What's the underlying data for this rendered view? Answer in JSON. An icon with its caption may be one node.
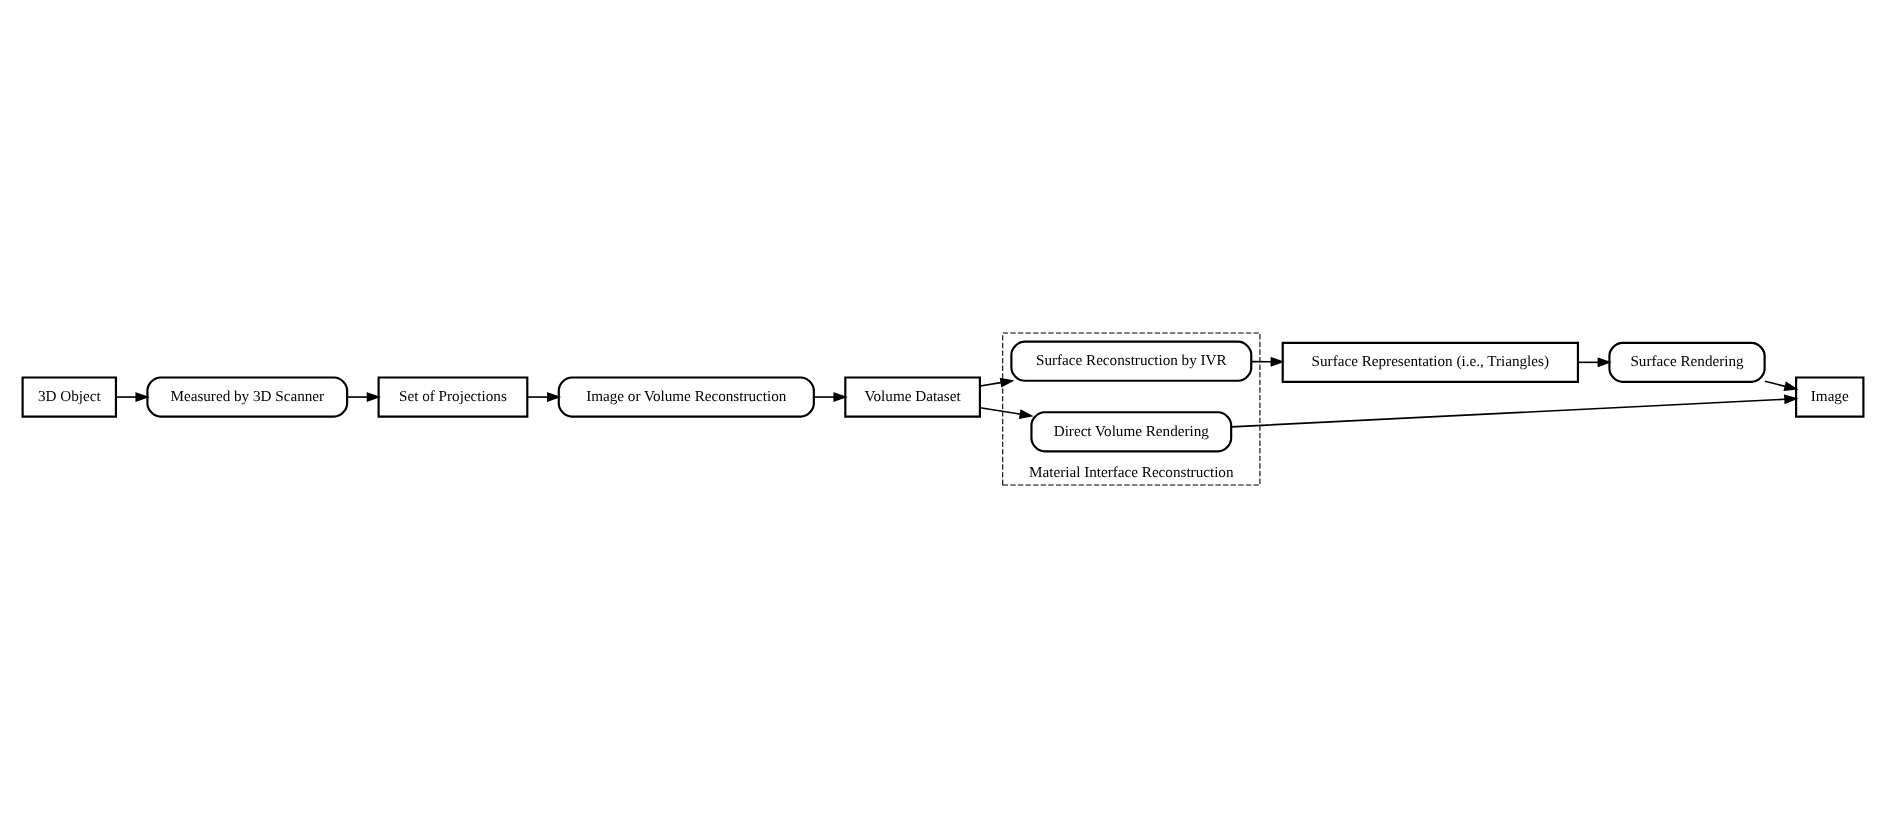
{
  "diagram": {
    "nodes": [
      {
        "text": [
          "3D Object"
        ]
      },
      {
        "text": [
          "Measured by 3D Scanner"
        ]
      },
      {
        "text": [
          "Set of Projections"
        ]
      },
      {
        "text": [
          "Image or Volume Reconstruction"
        ]
      },
      {
        "text": [
          "Volume Dataset"
        ]
      },
      {
        "text": [
          "Material Interface Reconstruction"
        ]
      },
      {
        "text": [
          "Surface Reconstruction by IVR"
        ],
        "in": 5
      },
      {
        "text": [
          "Direct Volume Rendering"
        ],
        "in": 5
      },
      {
        "text": [
          "Surface Representation (i.e., Triangles)"
        ]
      },
      {
        "text": [
          "Surface Rendering"
        ]
      },
      {
        "text": [
          "Image"
        ]
      }
    ],
    "edges": [
      {
        "from": 0,
        "to": 1,
        "arrow": "to"
      },
      {
        "from": 1,
        "to": 2,
        "arrow": "to"
      },
      {
        "from": 2,
        "to": 3,
        "arrow": "to"
      },
      {
        "from": 3,
        "to": 4,
        "arrow": "to"
      },
      {
        "from": 4,
        "to": 6,
        "arrow": "to"
      },
      {
        "from": 4,
        "to": 7,
        "arrow": "to"
      },
      {
        "from": 6,
        "to": 8,
        "arrow": "to"
      },
      {
        "from": 8,
        "to": 9,
        "arrow": "to"
      },
      {
        "from": 9,
        "to": 10,
        "arrow": "to"
      },
      {
        "from": 7,
        "to": 10,
        "arrow": "to"
      }
    ]
  }
}
